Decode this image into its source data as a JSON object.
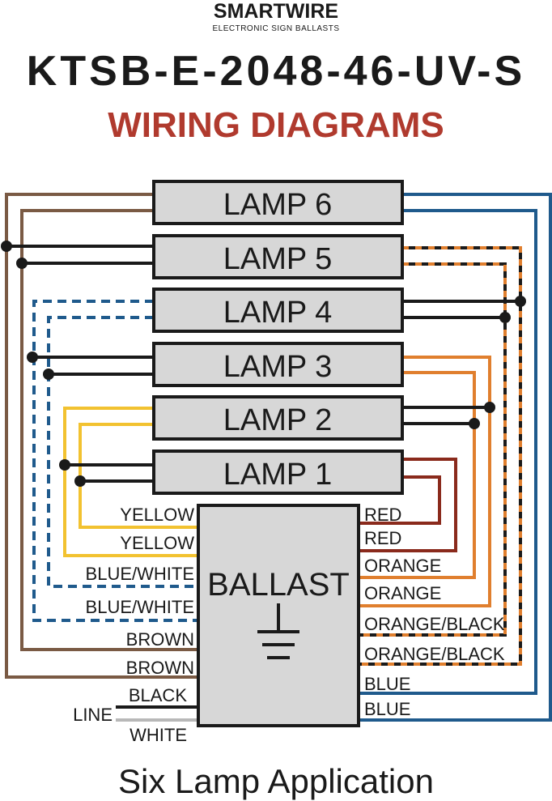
{
  "header": {
    "brand_name": "SMARTWIRE",
    "brand_tagline": "ELECTRONIC SIGN BALLASTS",
    "model": "KTSB-E-2048-46-UV-S",
    "subtitle": "WIRING DIAGRAMS"
  },
  "lamps": [
    "LAMP 6",
    "LAMP 5",
    "LAMP 4",
    "LAMP 3",
    "LAMP 2",
    "LAMP 1"
  ],
  "ballast": {
    "label": "BALLAST"
  },
  "left_leads": [
    "YELLOW",
    "YELLOW",
    "BLUE/WHITE",
    "BLUE/WHITE",
    "BROWN",
    "BROWN",
    "BLACK",
    "WHITE"
  ],
  "right_leads": [
    "RED",
    "RED",
    "ORANGE",
    "ORANGE",
    "ORANGE/BLACK",
    "ORANGE/BLACK",
    "BLUE",
    "BLUE"
  ],
  "line_label": "LINE",
  "caption": "Six Lamp Application",
  "colors": {
    "brown": "#7a5a44",
    "black": "#1a1a1a",
    "blue": "#1f5a8c",
    "yellow": "#f2c230",
    "orange": "#e07f2e",
    "red": "#8a2a1c",
    "title_red": "#b03a2e",
    "lamp_fill": "#d7d7d7",
    "white_wire": "#b8b8b8"
  }
}
